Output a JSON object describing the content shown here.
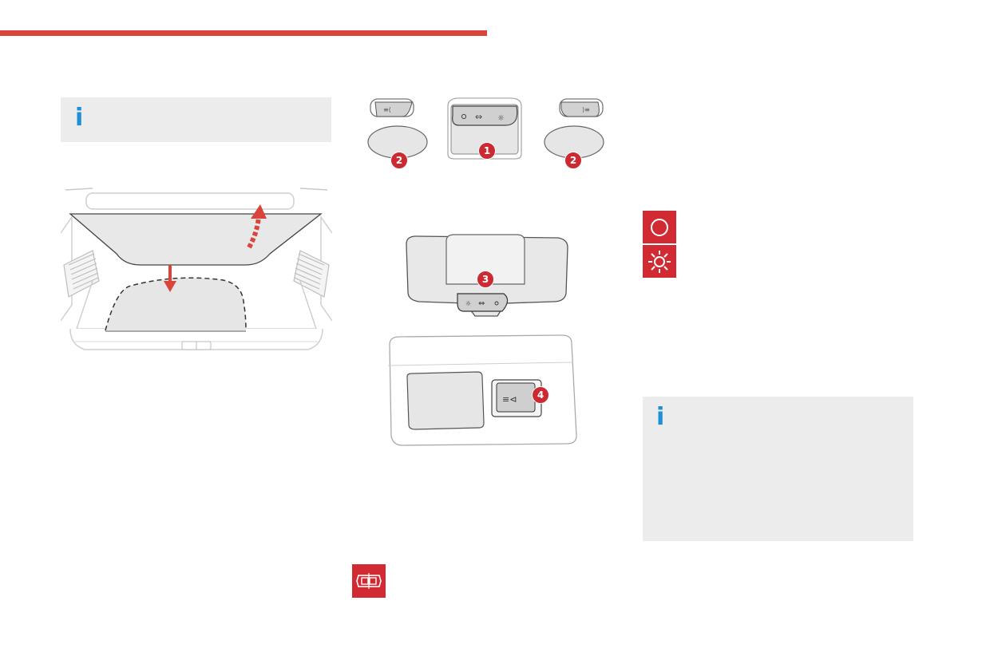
{
  "colors": {
    "accent": "#d9453a",
    "callout_red": "#cc2a32",
    "info_blue": "#1e8fd6",
    "panel_grey": "#ececec",
    "icon_red": "#d22a33"
  },
  "icons": {
    "info_top": "info-icon",
    "info_right": "info-icon",
    "off": "circle-off-icon",
    "on": "sun-on-icon",
    "door": "car-door-icon"
  },
  "callouts": {
    "one": "1",
    "two_left": "2",
    "two_right": "2",
    "three": "3",
    "four": "4"
  }
}
